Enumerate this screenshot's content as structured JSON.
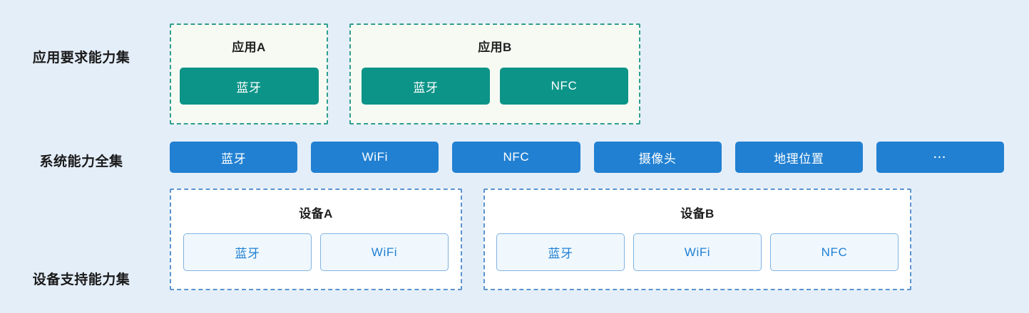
{
  "colors": {
    "page_background": "#e4eef9",
    "app_accent": "#0d9488",
    "app_card_border": "#2f9e8f",
    "app_card_background": "#f7faf3",
    "system_accent": "#2180d2",
    "device_card_border": "#5b93cf",
    "device_chip_background": "#f0f8fe",
    "device_chip_border": "#81b3e0",
    "device_chip_text": "#2180d2",
    "label_text": "#1a1a1a"
  },
  "rows": {
    "app": {
      "label": "应用要求能力集"
    },
    "system": {
      "label": "系统能力全集"
    },
    "device": {
      "label": "设备支持能力集"
    }
  },
  "app_groups": [
    {
      "title": "应用A",
      "capabilities": [
        {
          "label": "蓝牙"
        }
      ]
    },
    {
      "title": "应用B",
      "capabilities": [
        {
          "label": "蓝牙"
        },
        {
          "label": "NFC"
        }
      ]
    }
  ],
  "system_capabilities": [
    {
      "label": "蓝牙"
    },
    {
      "label": "WiFi"
    },
    {
      "label": "NFC"
    },
    {
      "label": "摄像头"
    },
    {
      "label": "地理位置"
    },
    {
      "label": "..."
    }
  ],
  "device_groups": [
    {
      "title": "设备A",
      "capabilities": [
        {
          "label": "蓝牙"
        },
        {
          "label": "WiFi"
        }
      ]
    },
    {
      "title": "设备B",
      "capabilities": [
        {
          "label": "蓝牙"
        },
        {
          "label": "WiFi"
        },
        {
          "label": "NFC"
        }
      ]
    }
  ]
}
